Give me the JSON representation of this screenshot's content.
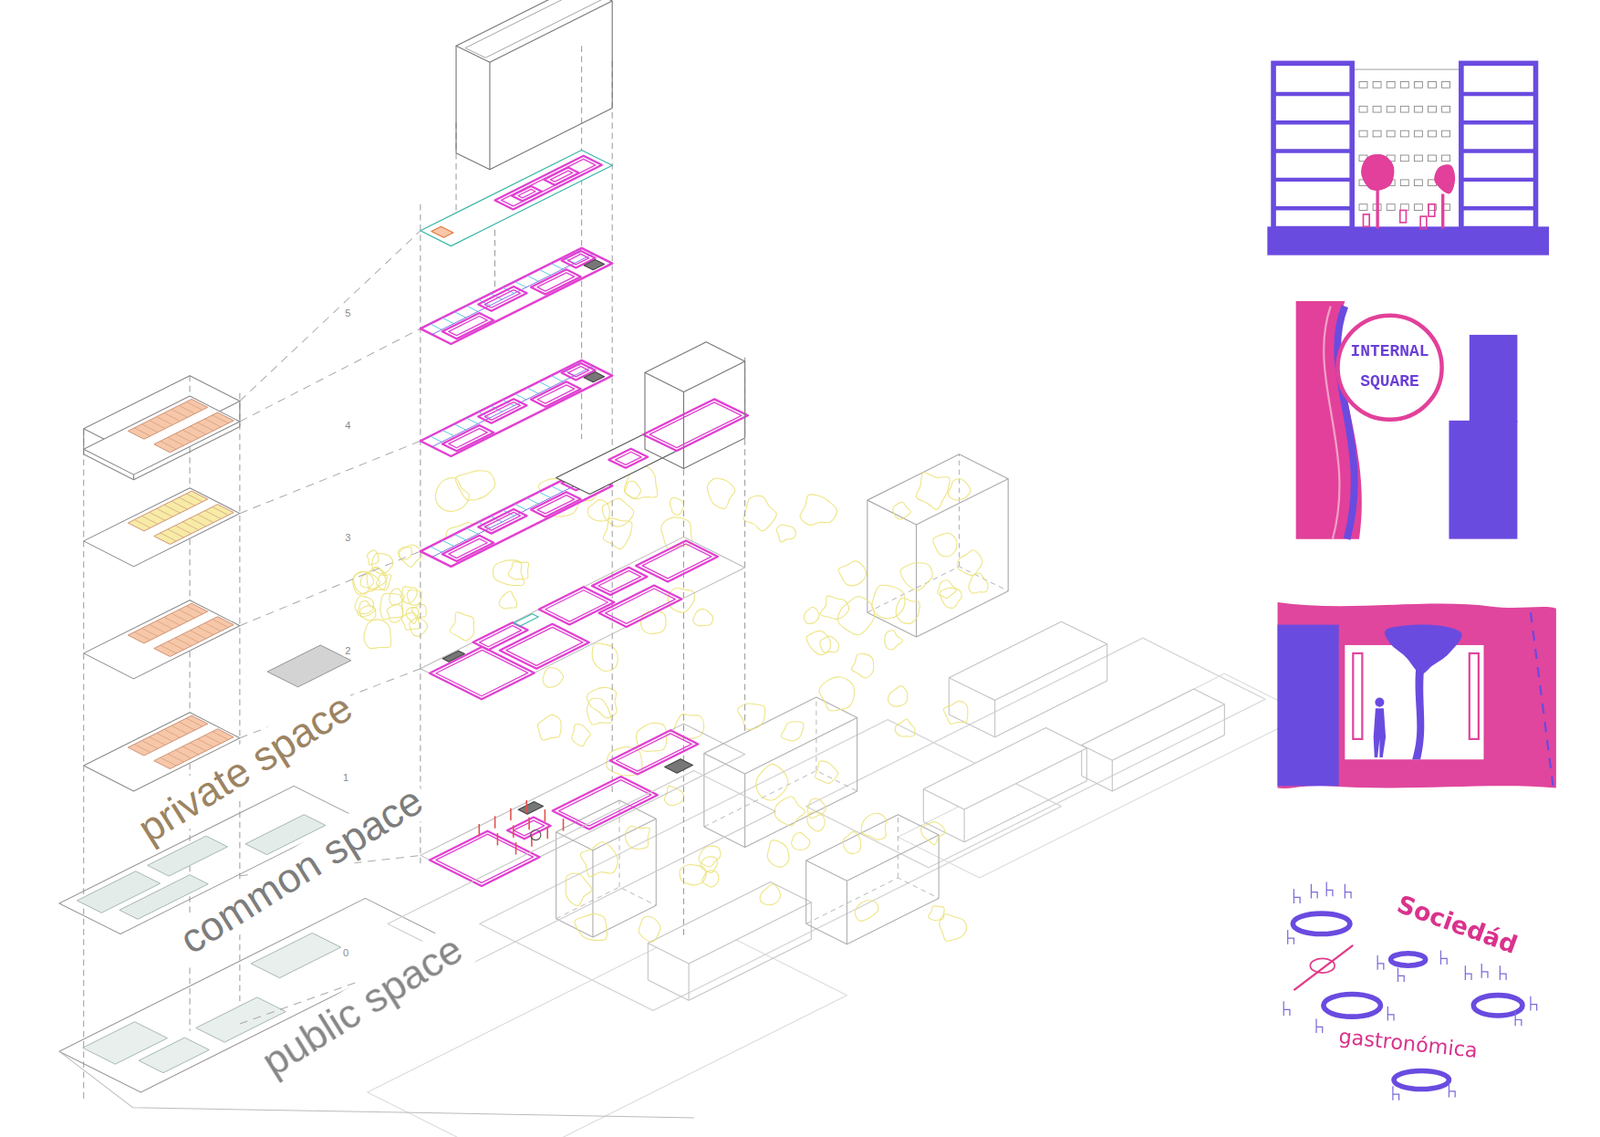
{
  "diagram": {
    "nodes": [
      {
        "text": [
          "INTERNAL SQUARE"
        ]
      }
    ],
    "labels": [
      "private space",
      "common space",
      "public space",
      "5",
      "4",
      "3",
      "2",
      "1",
      "0",
      "Sociedád",
      "gastronómica"
    ]
  }
}
